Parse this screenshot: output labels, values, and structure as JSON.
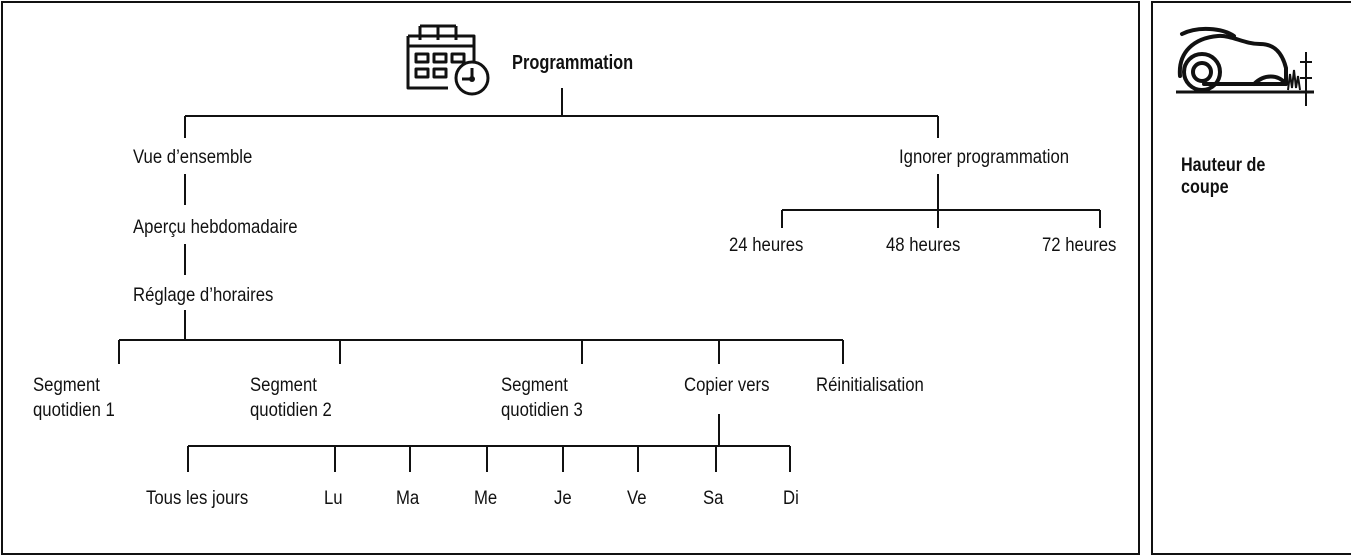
{
  "title": "Programmation",
  "left_branch": {
    "overview": "Vue d’ensemble",
    "weekly_preview": "Aperçu hebdomadaire",
    "schedule_settings": "Réglage d’horaires",
    "children": {
      "segment1_line1": "Segment",
      "segment1_line2": "quotidien 1",
      "segment2_line1": "Segment",
      "segment2_line2": "quotidien 2",
      "segment3_line1": "Segment",
      "segment3_line2": "quotidien 3",
      "copy_to": "Copier vers",
      "reset": "Réinitialisation"
    },
    "days": [
      "Tous les jours",
      "Lu",
      "Ma",
      "Me",
      "Je",
      "Ve",
      "Sa",
      "Di"
    ]
  },
  "right_branch": {
    "ignore_schedule": "Ignorer programmation",
    "options": [
      "24 heures",
      "48 heures",
      "72 heures"
    ]
  },
  "side_panel": {
    "label": "Hauteur de coupe",
    "icon": "mower-cutting-height-icon"
  },
  "header_icon": "calendar-clock-icon"
}
